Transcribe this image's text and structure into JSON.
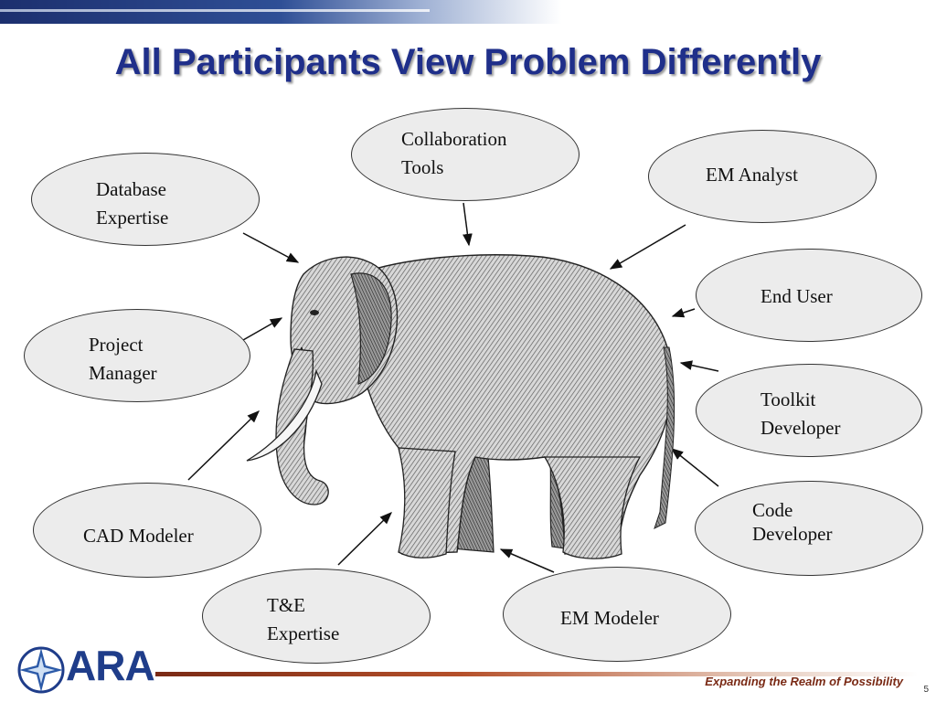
{
  "slide": {
    "title": "All Participants View Problem Differently",
    "page_number": "5",
    "tagline": "Expanding the Realm of Possibility",
    "logo_text": "ARA"
  },
  "bubbles": {
    "collaboration": "Collaboration\nTools",
    "em_analyst": "EM Analyst",
    "database": "Database\nExpertise",
    "end_user": "End User",
    "project_manager": "Project\nManager",
    "toolkit_developer": "Toolkit\nDeveloper",
    "cad_modeler": "CAD Modeler",
    "code_developer": "Code\nDeveloper",
    "te_expertise": "T&E\nExpertise",
    "em_modeler": "EM Modeler"
  },
  "colors": {
    "title": "#1f2f8a",
    "bubble_fill": "#ececec",
    "footer_accent": "#7a2a15",
    "logo": "#1f3d8a"
  }
}
